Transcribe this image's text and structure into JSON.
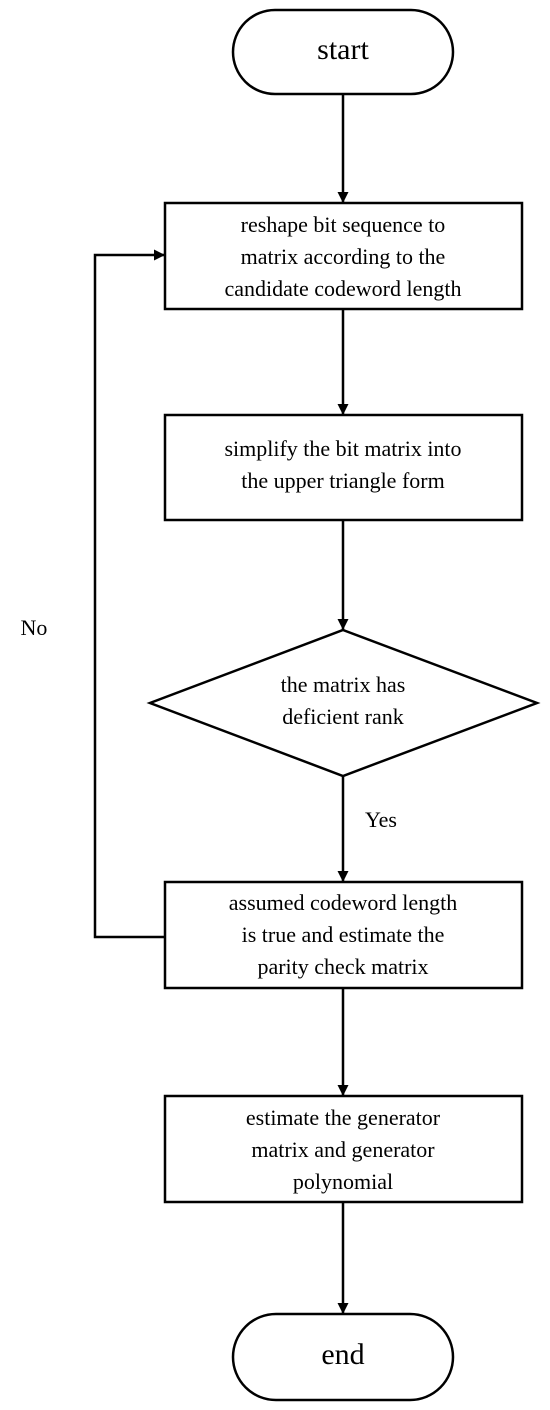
{
  "flowchart": {
    "start": "start",
    "end": "end",
    "steps": {
      "reshape": [
        "reshape bit sequence to",
        "matrix according to the",
        "candidate codeword length"
      ],
      "simplify": [
        "simplify the bit matrix into",
        "the upper triangle form"
      ],
      "decision": [
        "the matrix has",
        "deficient rank"
      ],
      "assume": [
        "assumed codeword length",
        "is true and estimate the",
        "parity check matrix"
      ],
      "generator": [
        "estimate the generator",
        "matrix and generator",
        "polynomial"
      ]
    },
    "labels": {
      "yes": "Yes",
      "no": "No"
    }
  }
}
